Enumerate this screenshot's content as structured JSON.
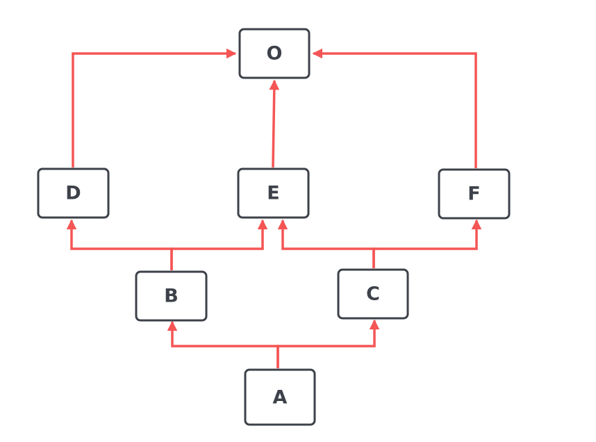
{
  "colors": {
    "node_border": "#3d4149",
    "node_text": "#3d4149",
    "edge": "#f55555",
    "background": "#ffffff"
  },
  "nodes": [
    {
      "id": "O",
      "label": "O"
    },
    {
      "id": "D",
      "label": "D"
    },
    {
      "id": "E",
      "label": "E"
    },
    {
      "id": "F",
      "label": "F"
    },
    {
      "id": "B",
      "label": "B"
    },
    {
      "id": "C",
      "label": "C"
    },
    {
      "id": "A",
      "label": "A"
    }
  ],
  "edges": [
    {
      "from": "D",
      "to": "O"
    },
    {
      "from": "E",
      "to": "O"
    },
    {
      "from": "F",
      "to": "O"
    },
    {
      "from": "B",
      "to": "D"
    },
    {
      "from": "B",
      "to": "E"
    },
    {
      "from": "C",
      "to": "E"
    },
    {
      "from": "C",
      "to": "F"
    },
    {
      "from": "A",
      "to": "B"
    },
    {
      "from": "A",
      "to": "C"
    }
  ]
}
